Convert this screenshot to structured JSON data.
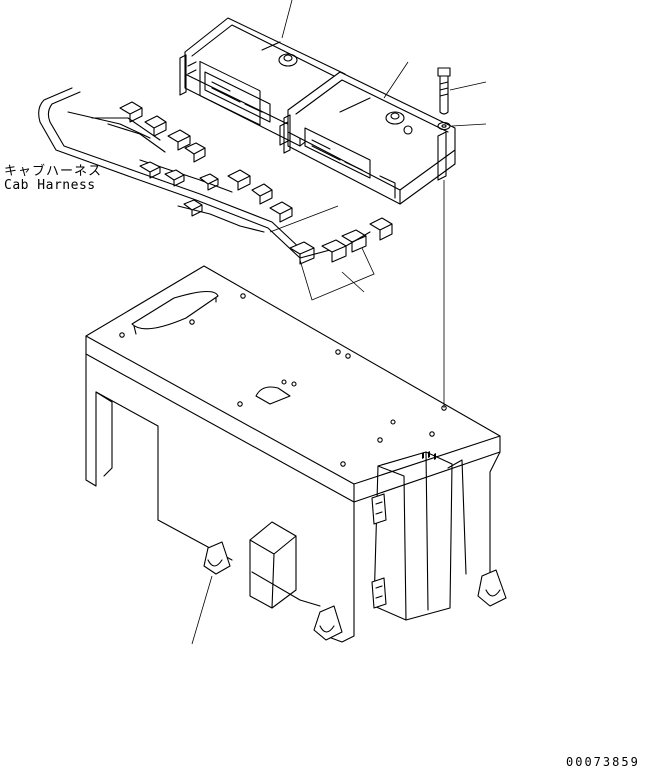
{
  "labels": {
    "cab_harness_jp": "キャブハーネス",
    "cab_harness_en": "Cab Harness"
  },
  "drawing_code": "00073859"
}
